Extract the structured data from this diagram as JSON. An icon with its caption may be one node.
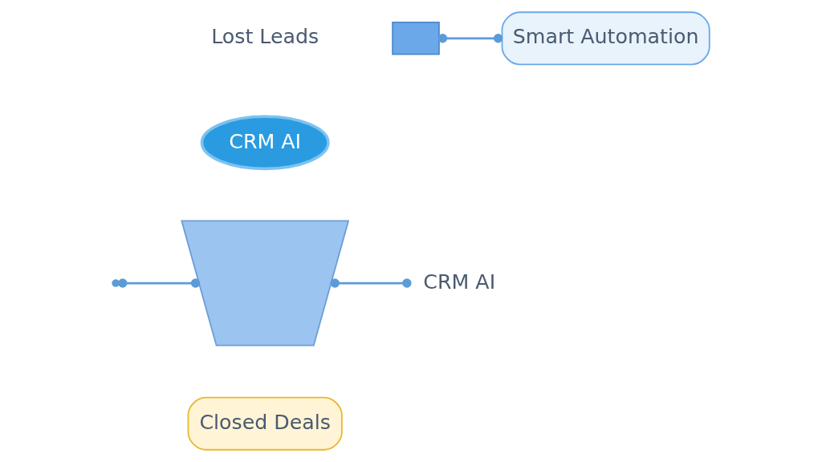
{
  "diagram": {
    "nodes": [
      {
        "text": [
          "Lost Leads"
        ]
      },
      {
        "text": [
          "CRM AI"
        ]
      },
      {
        "text": [],
        "shape": "funnel"
      },
      {
        "text": [
          "CRM AI"
        ]
      },
      {
        "text": [],
        "shape": "box"
      },
      {
        "text": [
          "Smart Automation"
        ]
      },
      {
        "text": [
          "Closed Deals"
        ]
      }
    ],
    "edges": [
      {
        "from": null,
        "to": 2,
        "arrow": "other"
      },
      {
        "from": 2,
        "to": 3,
        "arrow": "other"
      },
      {
        "from": 4,
        "to": 5,
        "arrow": "other"
      }
    ]
  }
}
